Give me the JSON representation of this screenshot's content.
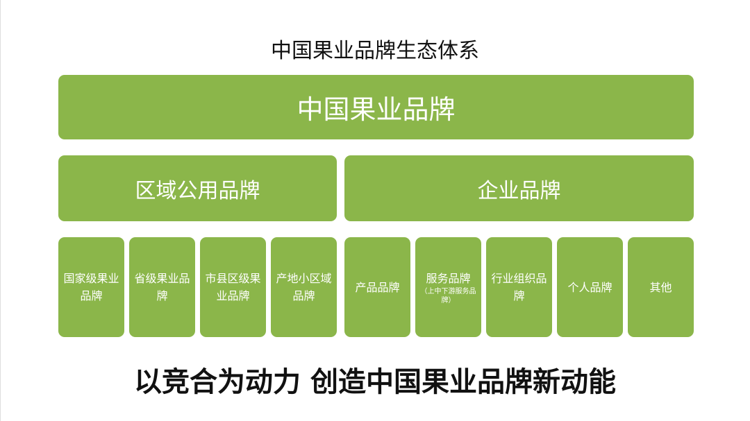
{
  "title": "中国果业品牌生态体系",
  "top": "中国果业品牌",
  "regional": "区域公用品牌",
  "enterprise": "企业品牌",
  "regional_items": [
    "国家级果业品牌",
    "省级果业品牌",
    "市县区级果业品牌",
    "产地小区域品牌"
  ],
  "enterprise_items": [
    {
      "label": "产品品牌"
    },
    {
      "label": "服务品牌",
      "note": "（上中下游服务品牌）"
    },
    {
      "label": "行业组织品牌"
    },
    {
      "label": "个人品牌"
    },
    {
      "label": "其他"
    }
  ],
  "slogan": "以竞合为动力 创造中国果业品牌新动能",
  "colors": {
    "green": "#8bb64a"
  }
}
